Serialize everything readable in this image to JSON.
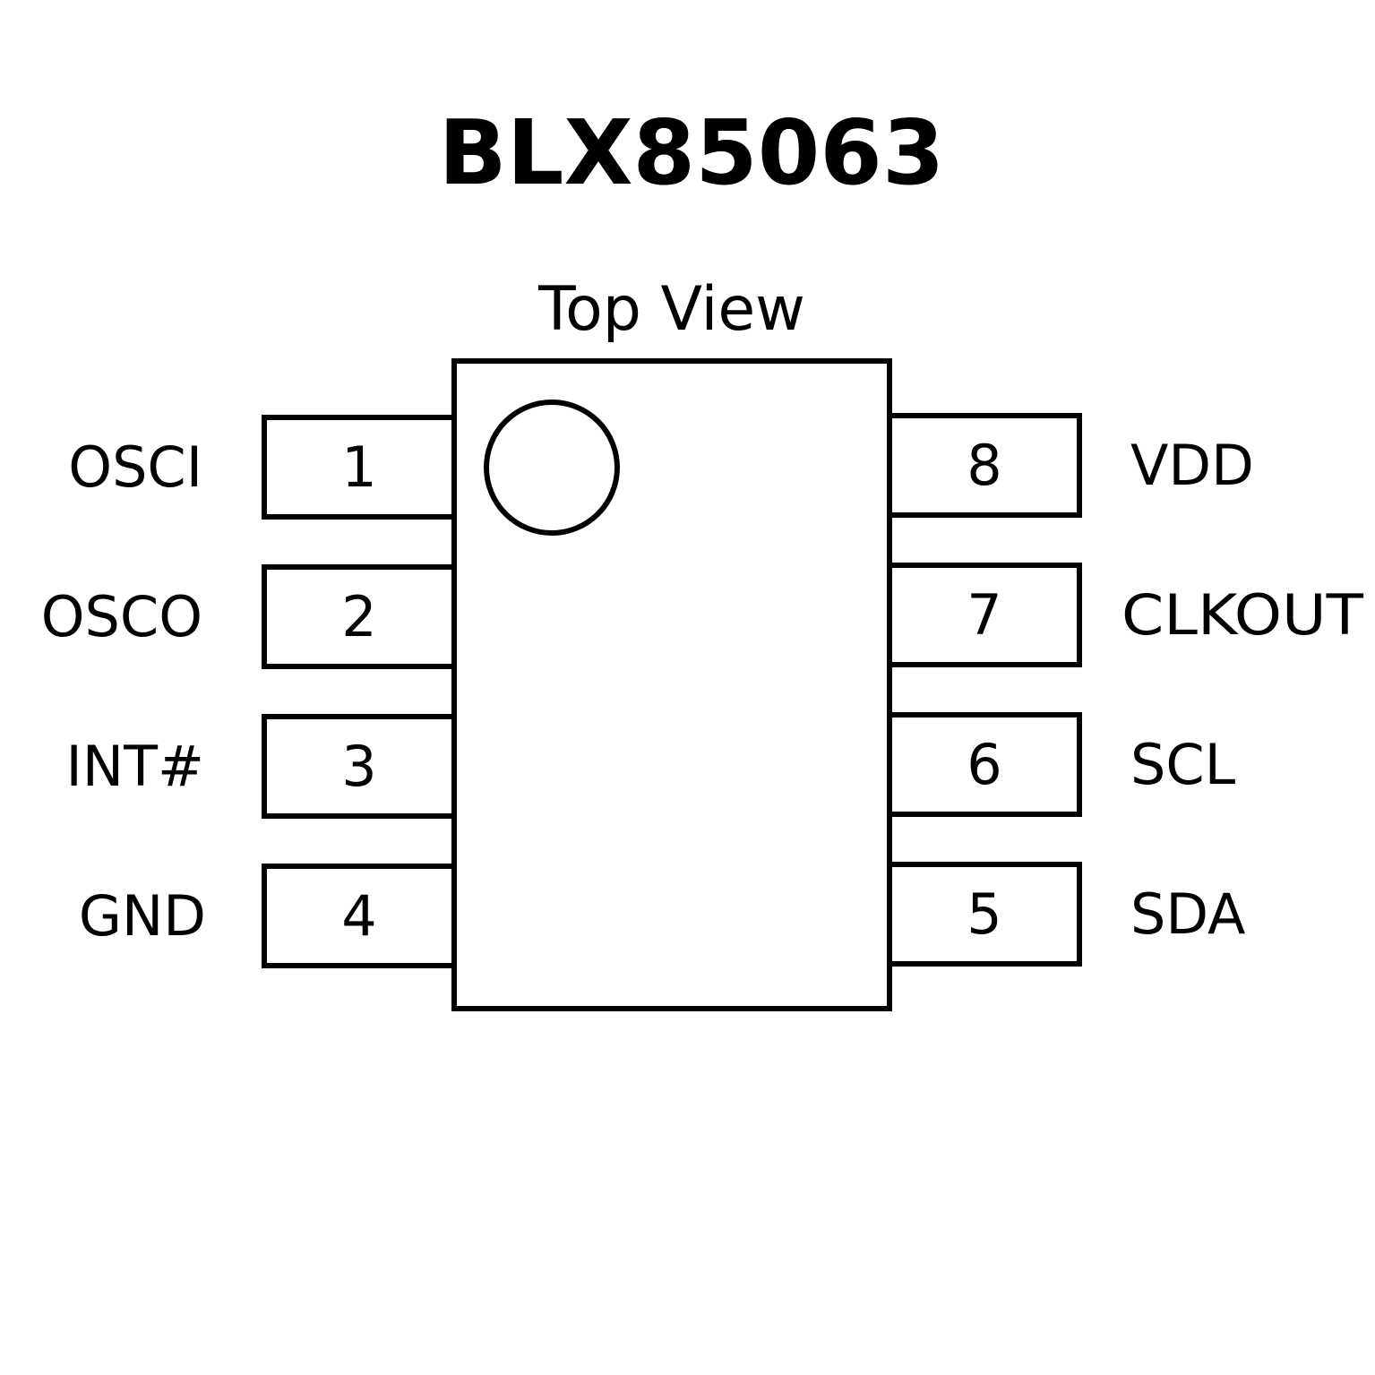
{
  "title": "BLX85063",
  "view_label": "Top View",
  "pins": [
    {
      "number": "1",
      "name": "OSCI"
    },
    {
      "number": "2",
      "name": "OSCO"
    },
    {
      "number": "3",
      "name": "INT#"
    },
    {
      "number": "4",
      "name": "GND"
    },
    {
      "number": "5",
      "name": "SDA"
    },
    {
      "number": "6",
      "name": "SCL"
    },
    {
      "number": "7",
      "name": "CLKOUT"
    },
    {
      "number": "8",
      "name": "VDD"
    }
  ],
  "colors": {
    "line": "#000000",
    "background": "#ffffff"
  }
}
